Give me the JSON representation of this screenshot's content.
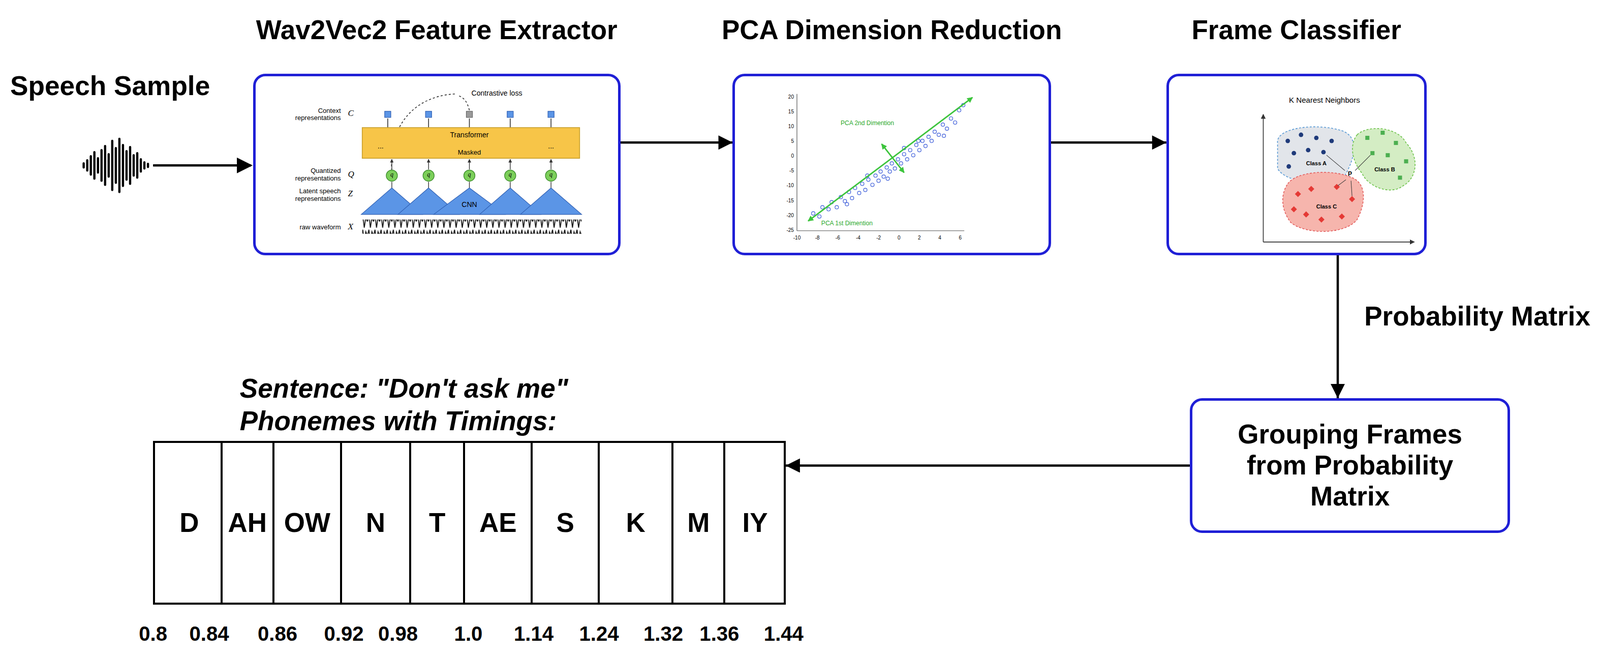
{
  "diagram": {
    "nodes": [
      {
        "text": [
          "Wav2Vec2 Feature Extractor"
        ]
      },
      {
        "text": [
          "PCA Dimension Reduction"
        ]
      },
      {
        "text": [
          "Frame Classifier"
        ]
      },
      {
        "text": [
          "Grouping Frames from Probability Matrix"
        ]
      },
      {
        "text": [
          "Sentence: \"Don't ask me\"",
          "Phonemes with Timings:"
        ]
      },
      {
        "text": [
          "D"
        ],
        "in": 4
      },
      {
        "text": [
          "AH"
        ],
        "in": 4
      },
      {
        "text": [
          "OW"
        ],
        "in": 4
      },
      {
        "text": [
          "N"
        ],
        "in": 4
      },
      {
        "text": [
          "T"
        ],
        "in": 4
      },
      {
        "text": [
          "AE"
        ],
        "in": 4
      },
      {
        "text": [
          "S"
        ],
        "in": 4
      },
      {
        "text": [
          "K"
        ],
        "in": 4
      },
      {
        "text": [
          "M"
        ],
        "in": 4
      },
      {
        "text": [
          "IY"
        ],
        "in": 4
      }
    ],
    "edges": [
      {
        "from": 0,
        "to": 1,
        "arrow": "to"
      },
      {
        "from": 1,
        "to": 2,
        "arrow": "to"
      },
      {
        "from": 2,
        "to": 3,
        "label": "Probability Matrix",
        "arrow": "to"
      },
      {
        "from": 3,
        "to": 4,
        "arrow": "to"
      }
    ],
    "labels": [
      "Speech Sample",
      "Contrastive loss",
      "Context representations",
      "C",
      "Transformer",
      "...",
      "Masked",
      "...",
      "Quantized representations",
      "Q",
      "q",
      "q",
      "q",
      "q",
      "q",
      "Latent speech representations",
      "Z",
      "CNN",
      "raw waveform",
      "X",
      "20",
      "15",
      "10",
      "5",
      "0",
      "-5",
      "-10",
      "-15",
      "-20",
      "-25",
      "-10",
      "-8",
      "-6",
      "-4",
      "-2",
      "0",
      "2",
      "4",
      "6",
      "PCA 2nd Dimention",
      "PCA 1st Dimention",
      "K Nearest Neighbors",
      "Class A",
      "Class B",
      "Class C",
      "P",
      "0.8",
      "0.84",
      "0.86",
      "0.92",
      "0.98",
      "1.0",
      "1.14",
      "1.24",
      "1.32",
      "1.36",
      "1.44"
    ]
  }
}
